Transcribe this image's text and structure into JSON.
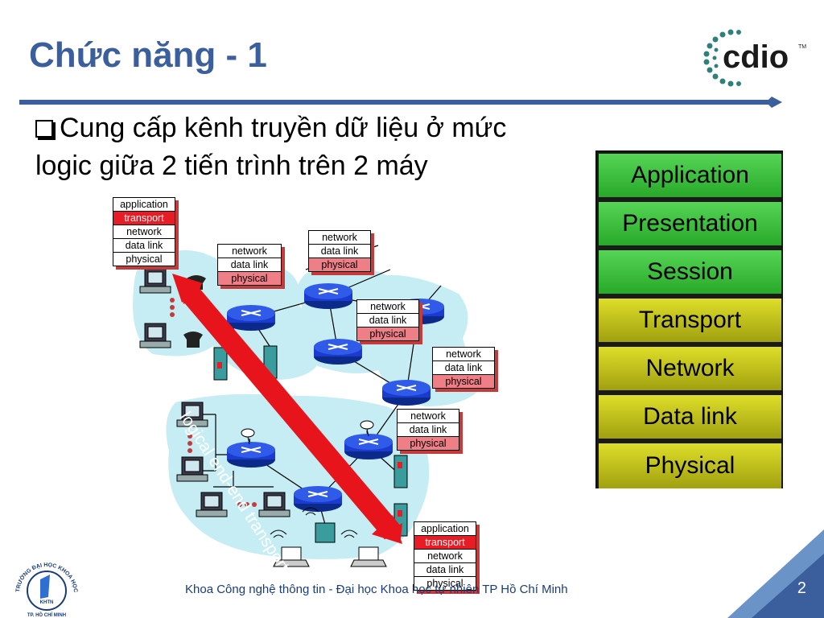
{
  "slide": {
    "title": "Chức năng - 1",
    "bullet": "Cung cấp kênh truyền dữ liệu ở mức logic giữa 2 tiến trình trên 2 máy",
    "logo_text": "cdio",
    "logo_tm": "TM",
    "footer": "Khoa Công nghệ thông tin - Đại học Khoa học tự nhiên TP Hồ Chí Minh",
    "page_number": "2"
  },
  "osi_layers": [
    {
      "label": "Application",
      "color": "#34c234"
    },
    {
      "label": "Presentation",
      "color": "#34c234"
    },
    {
      "label": "Session",
      "color": "#34c234"
    },
    {
      "label": "Transport",
      "color": "#c8c81a"
    },
    {
      "label": "Network",
      "color": "#c8c81a"
    },
    {
      "label": "Data link",
      "color": "#c8c81a"
    },
    {
      "label": "Physical",
      "color": "#c8c81a"
    }
  ],
  "diagram": {
    "arrow_label": "logical end-end transport",
    "host_stack_top": {
      "l1": "application",
      "l2": "transport",
      "l3": "network",
      "l4": "data link",
      "l5": "physical"
    },
    "host_stack_bottom": {
      "l1": "application",
      "l2": "transport",
      "l3": "network",
      "l4": "data link",
      "l5": "physical"
    },
    "router_stack": {
      "l1": "network",
      "l2": "data link",
      "l3": "physical"
    },
    "router_stack_overlay": {
      "l1": "network",
      "l2": "data link",
      "l3": "physical"
    },
    "colors": {
      "arrow": "#e8141c",
      "cloud": "#c6ecf4",
      "router": "#1a3ad0",
      "highlight": "#e81c24",
      "physical": "#ef7f86"
    }
  },
  "logo_hcmus": {
    "ring_text": "TRƯỜNG ĐẠI HỌC KHOA HỌC TỰ NHIÊN",
    "bottom_text": "TP. HỒ CHÍ MINH",
    "badge": "KHTN"
  }
}
